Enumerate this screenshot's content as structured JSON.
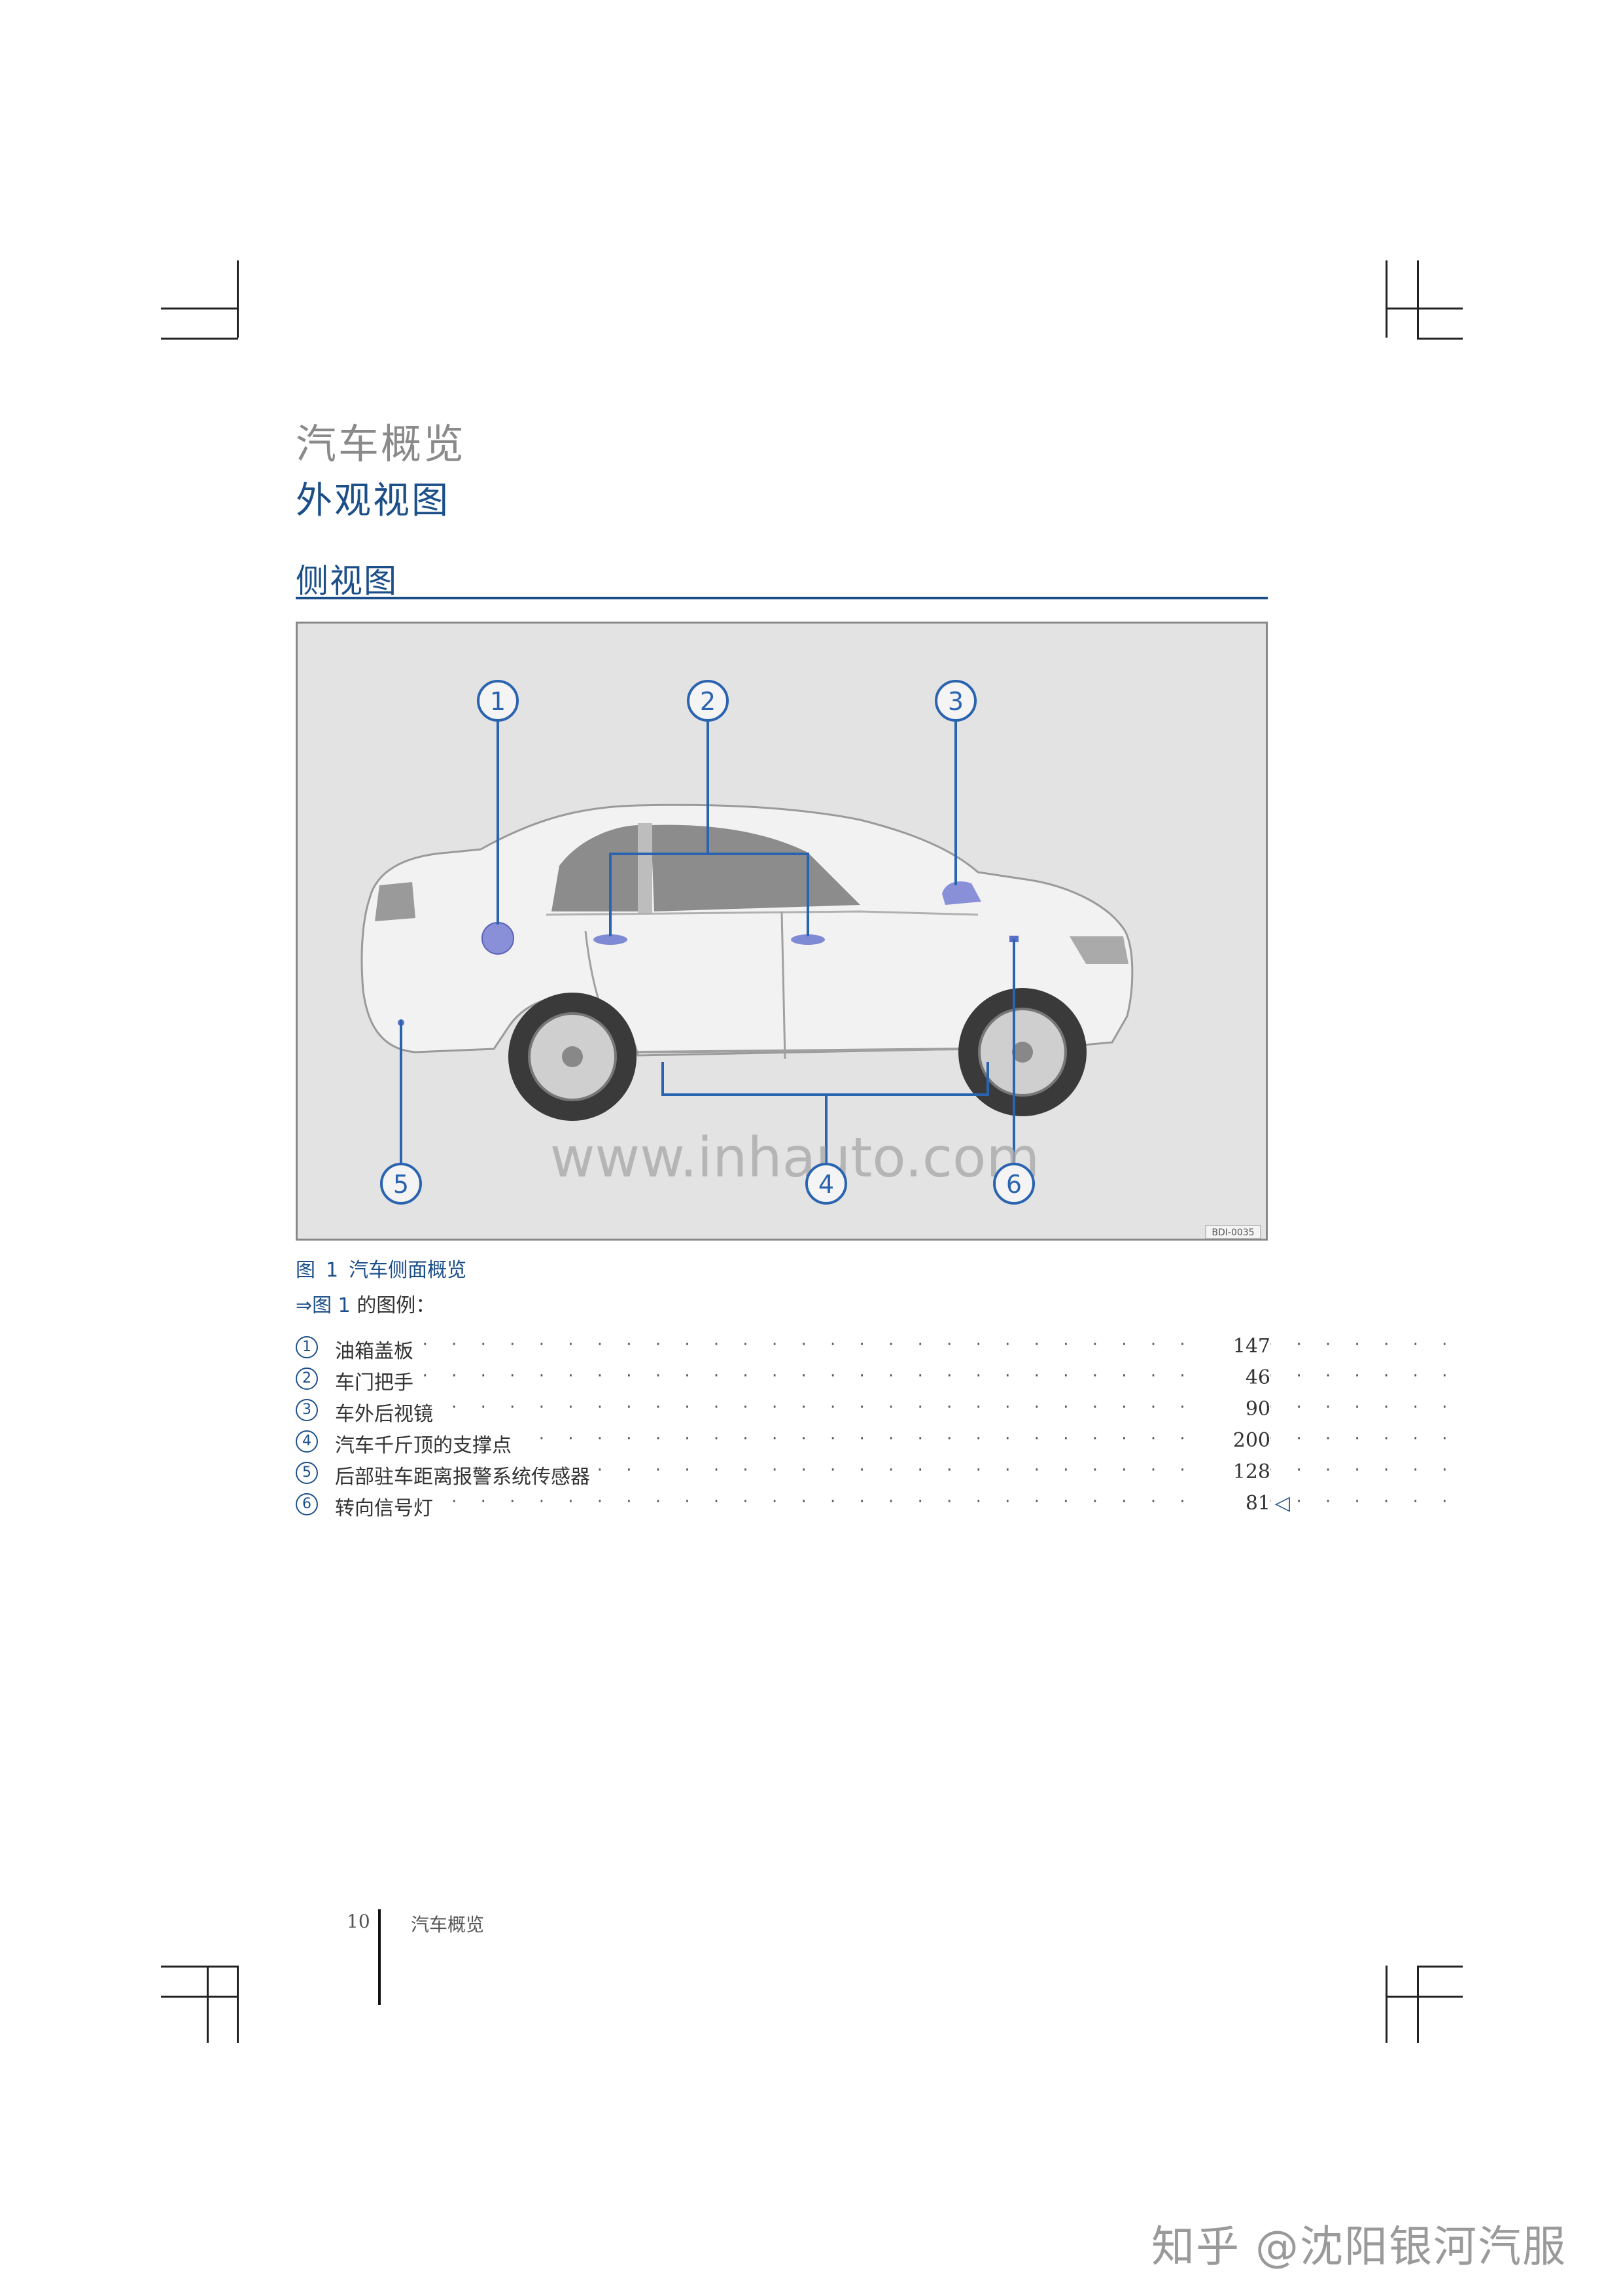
{
  "header": {
    "chapter_title": "汽车概览",
    "section_title": "外观视图",
    "sub_title": "侧视图"
  },
  "figure": {
    "callouts": [
      "1",
      "2",
      "3",
      "4",
      "5",
      "6"
    ],
    "watermark": "www.inhauto.com",
    "code": "BDI-0035",
    "caption_prefix": "图",
    "caption_num": "1",
    "caption_text": "汽车侧面概览"
  },
  "legend_intro": {
    "arrow": "⇒",
    "ref": "图 1",
    "text": "的图例："
  },
  "legend": [
    {
      "num": "1",
      "label": "油箱盖板",
      "page": "147"
    },
    {
      "num": "2",
      "label": "车门把手",
      "page": "46"
    },
    {
      "num": "3",
      "label": "车外后视镜",
      "page": "90"
    },
    {
      "num": "4",
      "label": "汽车千斤顶的支撑点",
      "page": "200"
    },
    {
      "num": "5",
      "label": "后部驻车距离报警系统传感器",
      "page": "128"
    },
    {
      "num": "6",
      "label": "转向信号灯",
      "page": "81"
    }
  ],
  "legend_end_mark": "◁",
  "footer": {
    "page_number": "10",
    "chapter": "汽车概览"
  },
  "zhihu_watermark": "知乎 @沈阳银河汽服",
  "colors": {
    "accent": "#1c4f8a",
    "callout": "#2a64b0"
  }
}
